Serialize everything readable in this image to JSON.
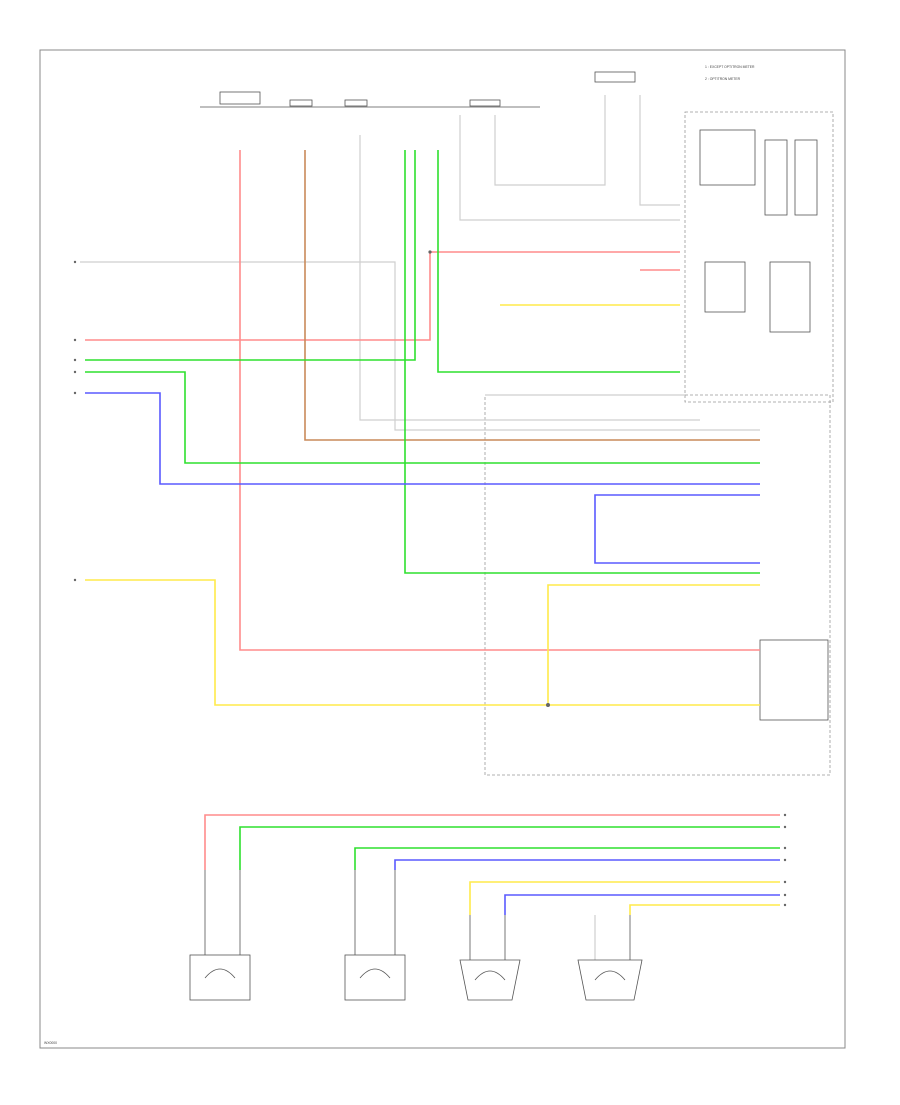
{
  "diagram": {
    "legend": {
      "line1": "1 : EXCEPT OPTITRON METER",
      "line2": "2 : OPTITRON METER"
    },
    "corner_code": "WX0000"
  }
}
